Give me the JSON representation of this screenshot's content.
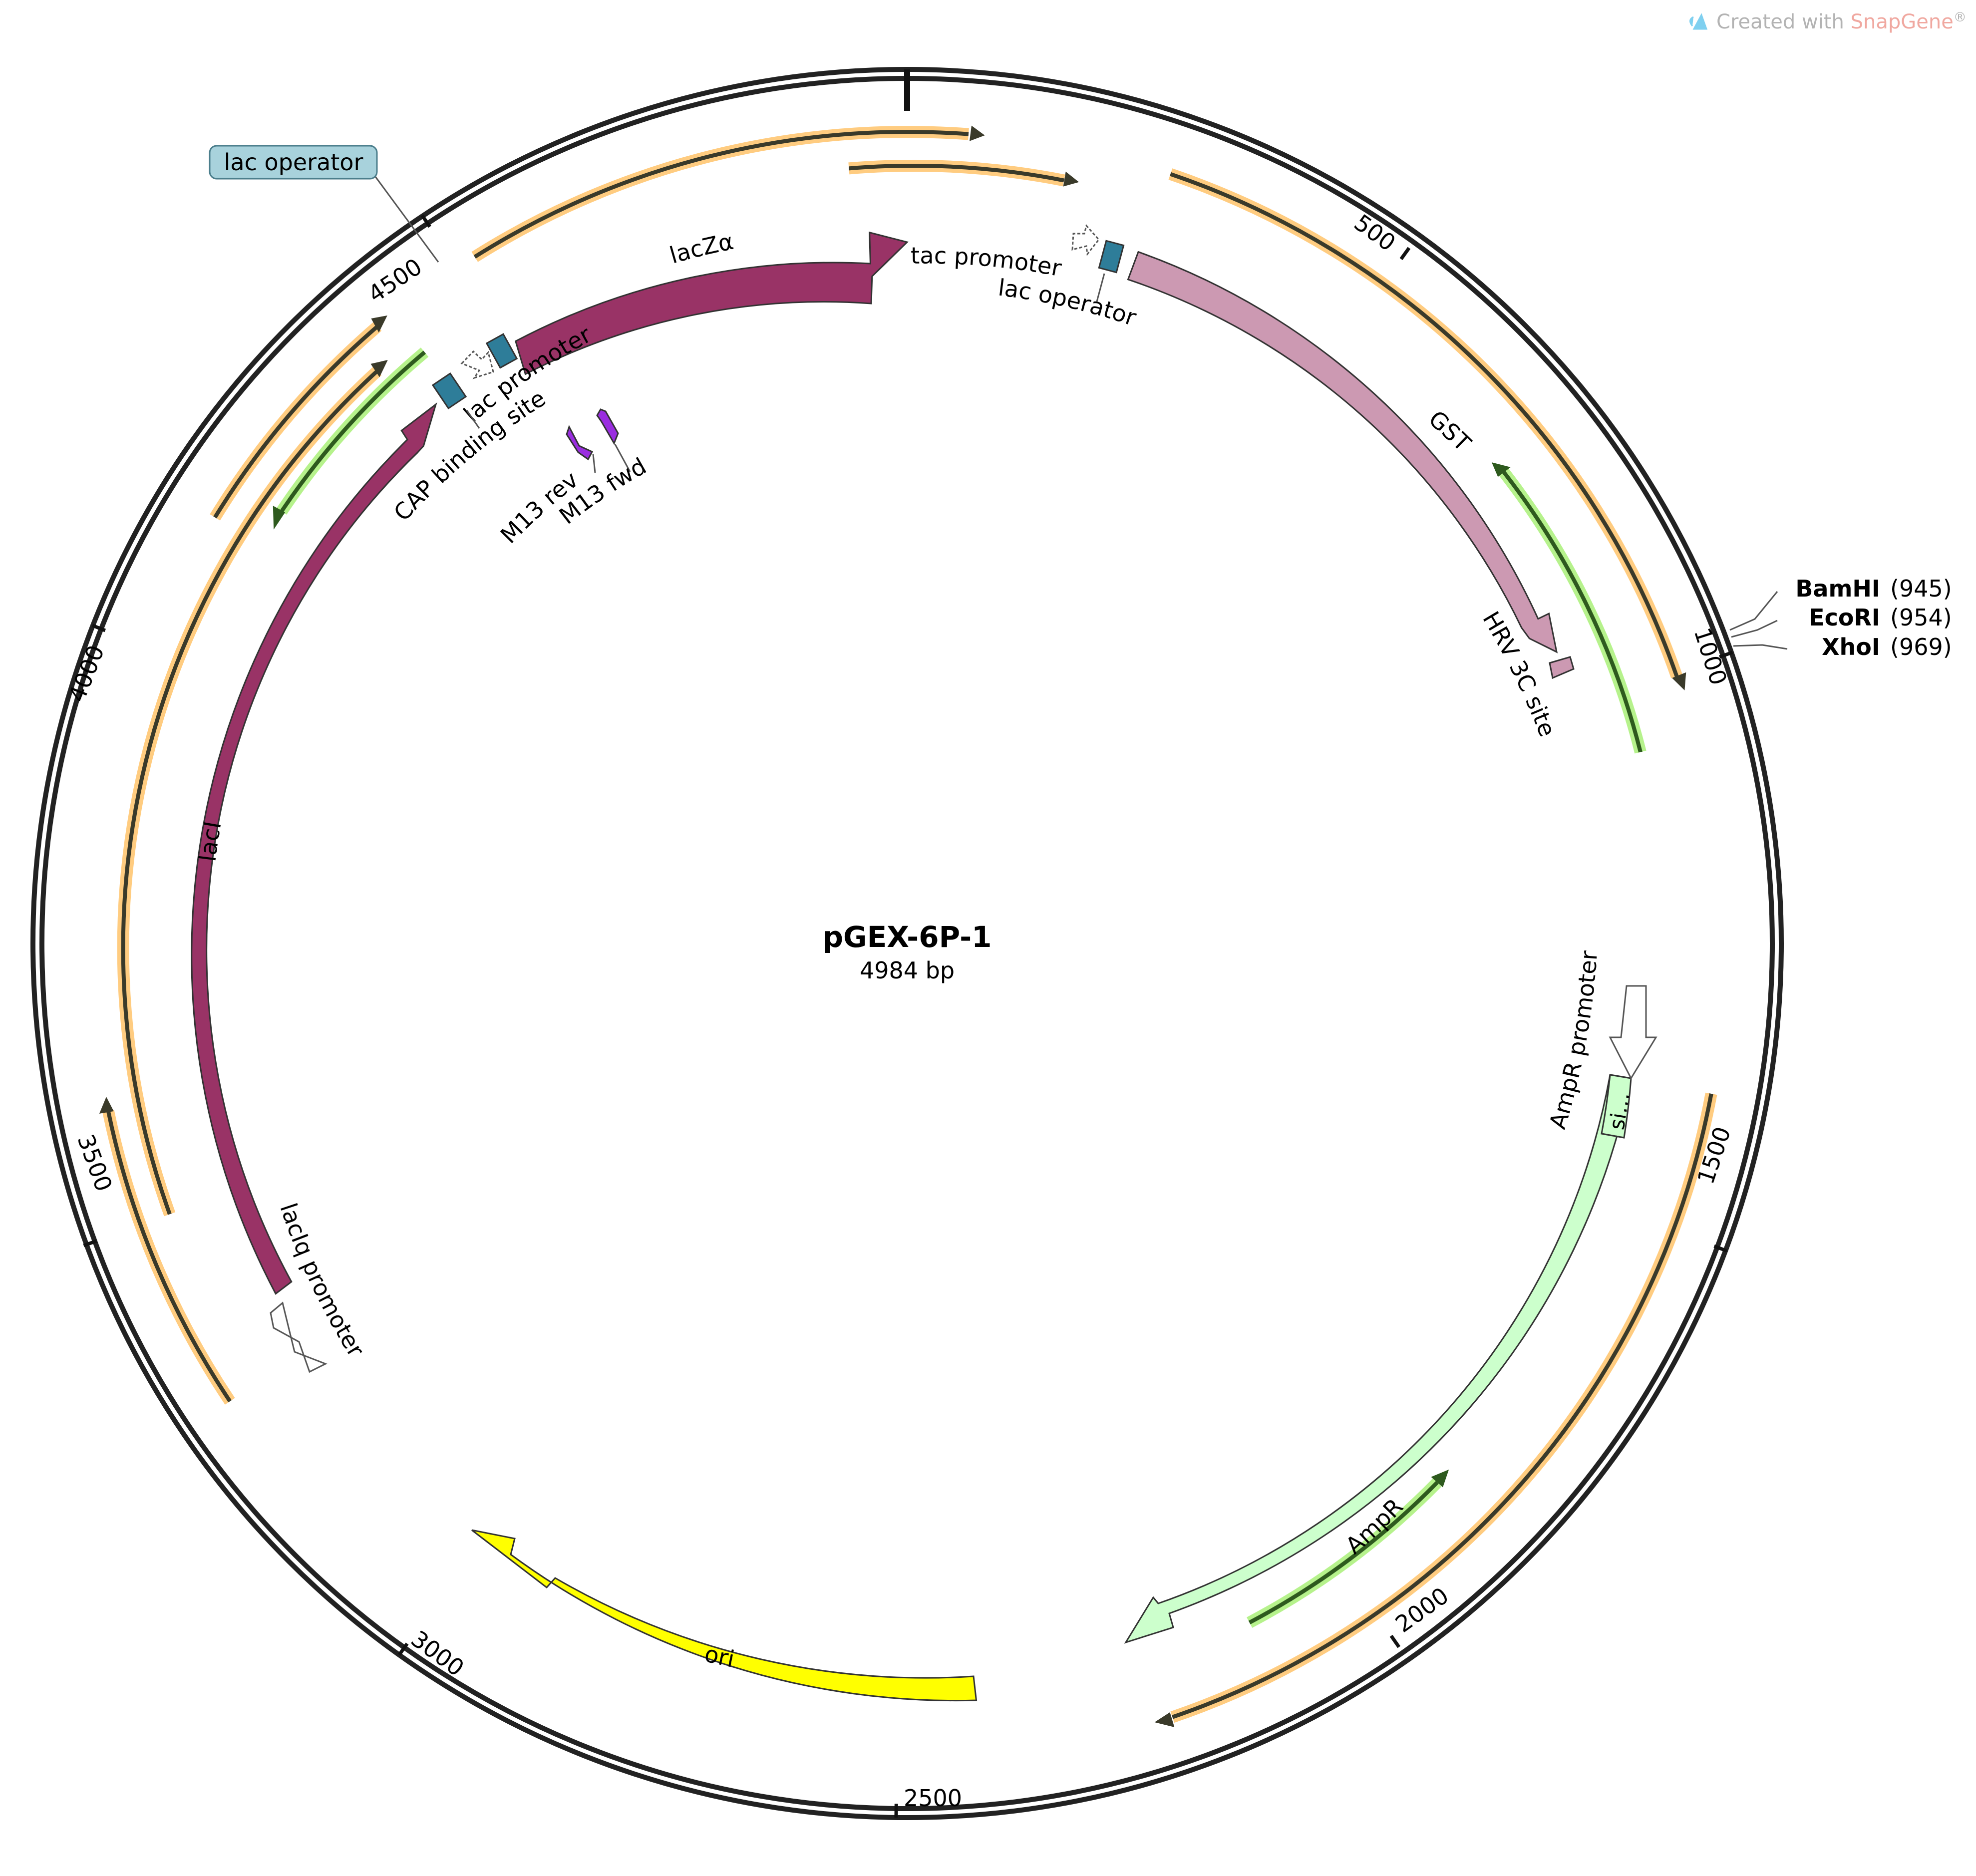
{
  "branding": {
    "prefix": "Created with ",
    "product": "SnapGene",
    "mark": "®",
    "colors": {
      "prefix": "#b3b3b3",
      "product": "#f0a8a0",
      "logo": "#7fd0f0"
    }
  },
  "plasmid": {
    "name": "pGEX-6P-1",
    "length_label": "4984 bp",
    "length_bp": 4984
  },
  "ticks": [
    {
      "label": "500",
      "position_bp": 500
    },
    {
      "label": "1000",
      "position_bp": 1000
    },
    {
      "label": "1500",
      "position_bp": 1500
    },
    {
      "label": "2000",
      "position_bp": 2000
    },
    {
      "label": "2500",
      "position_bp": 2500
    },
    {
      "label": "3000",
      "position_bp": 3000
    },
    {
      "label": "3500",
      "position_bp": 3500
    },
    {
      "label": "4000",
      "position_bp": 4000
    },
    {
      "label": "4500",
      "position_bp": 4500
    }
  ],
  "restriction_sites": [
    {
      "name": "BamHI",
      "position_label": "(945)",
      "position_bp": 945
    },
    {
      "name": "EcoRI",
      "position_label": "(954)",
      "position_bp": 954
    },
    {
      "name": "XhoI",
      "position_label": "(969)",
      "position_bp": 969
    }
  ],
  "features": [
    {
      "id": "lacZa",
      "label": "lacZα",
      "type": "CDS",
      "color": "#993366",
      "label_color": "#ffffff"
    },
    {
      "id": "lacI",
      "label": "lacI",
      "type": "CDS",
      "color": "#993366",
      "label_color": "#ffffff"
    },
    {
      "id": "gst",
      "label": "GST",
      "type": "CDS",
      "color": "#cc99b2",
      "label_color": "#000000"
    },
    {
      "id": "hrv",
      "label": "HRV 3C site",
      "type": "site",
      "color": "#cc99b2"
    },
    {
      "id": "ampr",
      "label": "AmpR",
      "type": "CDS",
      "color": "#ccffcc"
    },
    {
      "id": "signal",
      "label": "si…",
      "type": "signal peptide",
      "color": "#ccffcc"
    },
    {
      "id": "ori",
      "label": "ori",
      "type": "rep_origin",
      "color": "#ffff00"
    },
    {
      "id": "ampr-promoter",
      "label": "AmpR promoter",
      "type": "promoter",
      "color": "#ffffff"
    },
    {
      "id": "laciq-promoter",
      "label": "lacIq promoter",
      "type": "promoter",
      "color": "#ffffff"
    },
    {
      "id": "lac-promoter",
      "label": "lac promoter",
      "type": "promoter",
      "color": "#ffffff"
    },
    {
      "id": "tac-promoter",
      "label": "tac promoter",
      "type": "promoter",
      "color": "#ffffff"
    },
    {
      "id": "cap-site",
      "label": "CAP binding site",
      "type": "protein_bind",
      "color": "#2e7d99"
    },
    {
      "id": "lac-operator-1",
      "label": "lac operator",
      "type": "protein_bind",
      "color": "#2e7d99"
    },
    {
      "id": "lac-operator-2",
      "label": "lac operator",
      "type": "protein_bind",
      "color": "#2e7d99"
    },
    {
      "id": "m13-rev",
      "label": "M13 rev",
      "type": "primer_bind",
      "color": "#9a2ee0"
    },
    {
      "id": "m13-fwd",
      "label": "M13 fwd",
      "type": "primer_bind",
      "color": "#9a2ee0"
    }
  ],
  "callouts": {
    "lac_operator_boxed": "lac operator"
  },
  "colors": {
    "backbone": "#222222",
    "orf_line": "#3a3a2a",
    "orf_glow": "#ffcc80",
    "primer_line": "#2e5a1e",
    "primer_glow": "#b6f28c"
  }
}
